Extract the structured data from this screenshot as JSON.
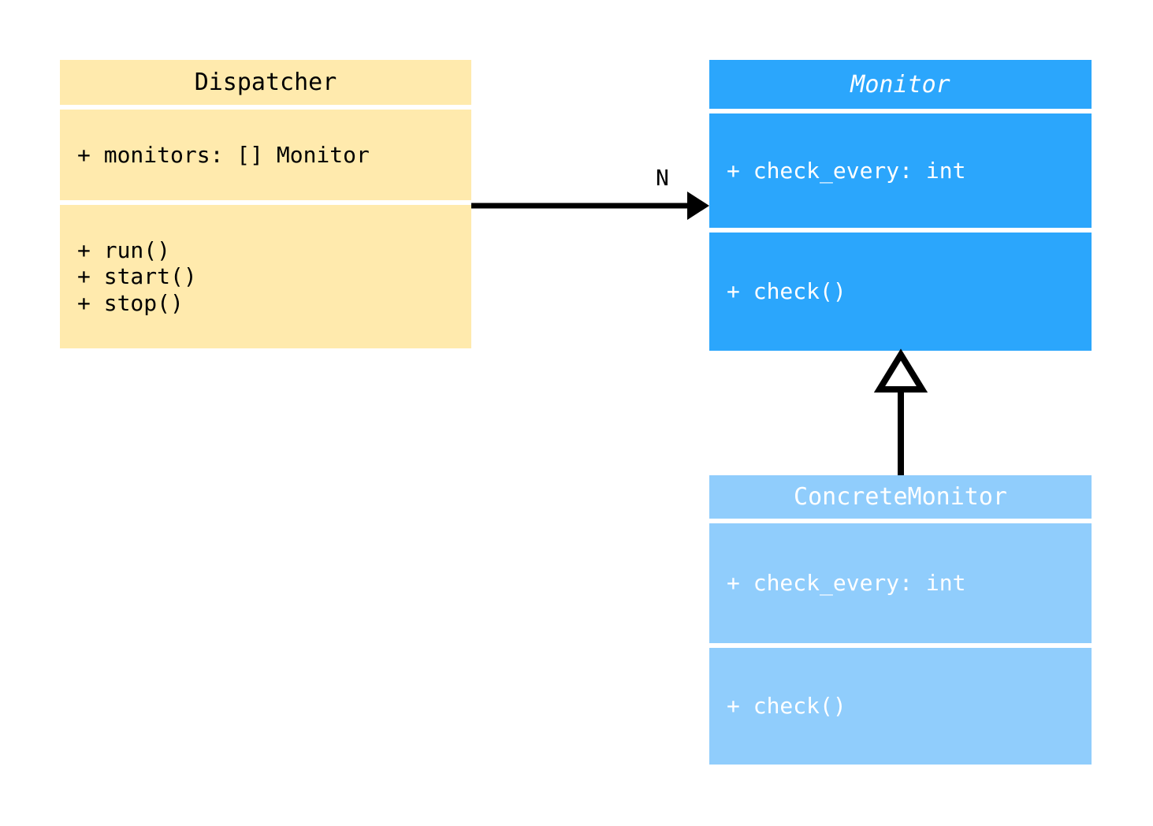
{
  "diagram": {
    "type": "uml-class-diagram",
    "background": "#ffffff",
    "classes": [
      {
        "id": "dispatcher",
        "name": "Dispatcher",
        "abstract": false,
        "fill": "#ffeaad",
        "text_color": "#000000",
        "attributes": [
          "+ monitors: [] Monitor"
        ],
        "operations": [
          "+ run()",
          "+ start()",
          "+ stop()"
        ]
      },
      {
        "id": "monitor",
        "name": "Monitor",
        "abstract": true,
        "fill": "#2ba6fc",
        "text_color": "#ffffff",
        "attributes": [
          "+ check_every: int"
        ],
        "operations": [
          "+ check()"
        ]
      },
      {
        "id": "concrete_monitor",
        "name": "ConcreteMonitor",
        "abstract": false,
        "fill": "#90cdfc",
        "text_color": "#ffffff",
        "attributes": [
          "+ check_every: int"
        ],
        "operations": [
          "+ check()"
        ]
      }
    ],
    "relationships": [
      {
        "id": "dispatcher-monitor",
        "kind": "association",
        "from": "Dispatcher",
        "to": "Monitor",
        "arrowhead": "filled-triangle",
        "label": "N",
        "line_color": "#000000"
      },
      {
        "id": "concrete-monitor-monitor",
        "kind": "generalization",
        "from": "ConcreteMonitor",
        "to": "Monitor",
        "arrowhead": "hollow-triangle",
        "label": "",
        "line_color": "#000000"
      }
    ]
  }
}
